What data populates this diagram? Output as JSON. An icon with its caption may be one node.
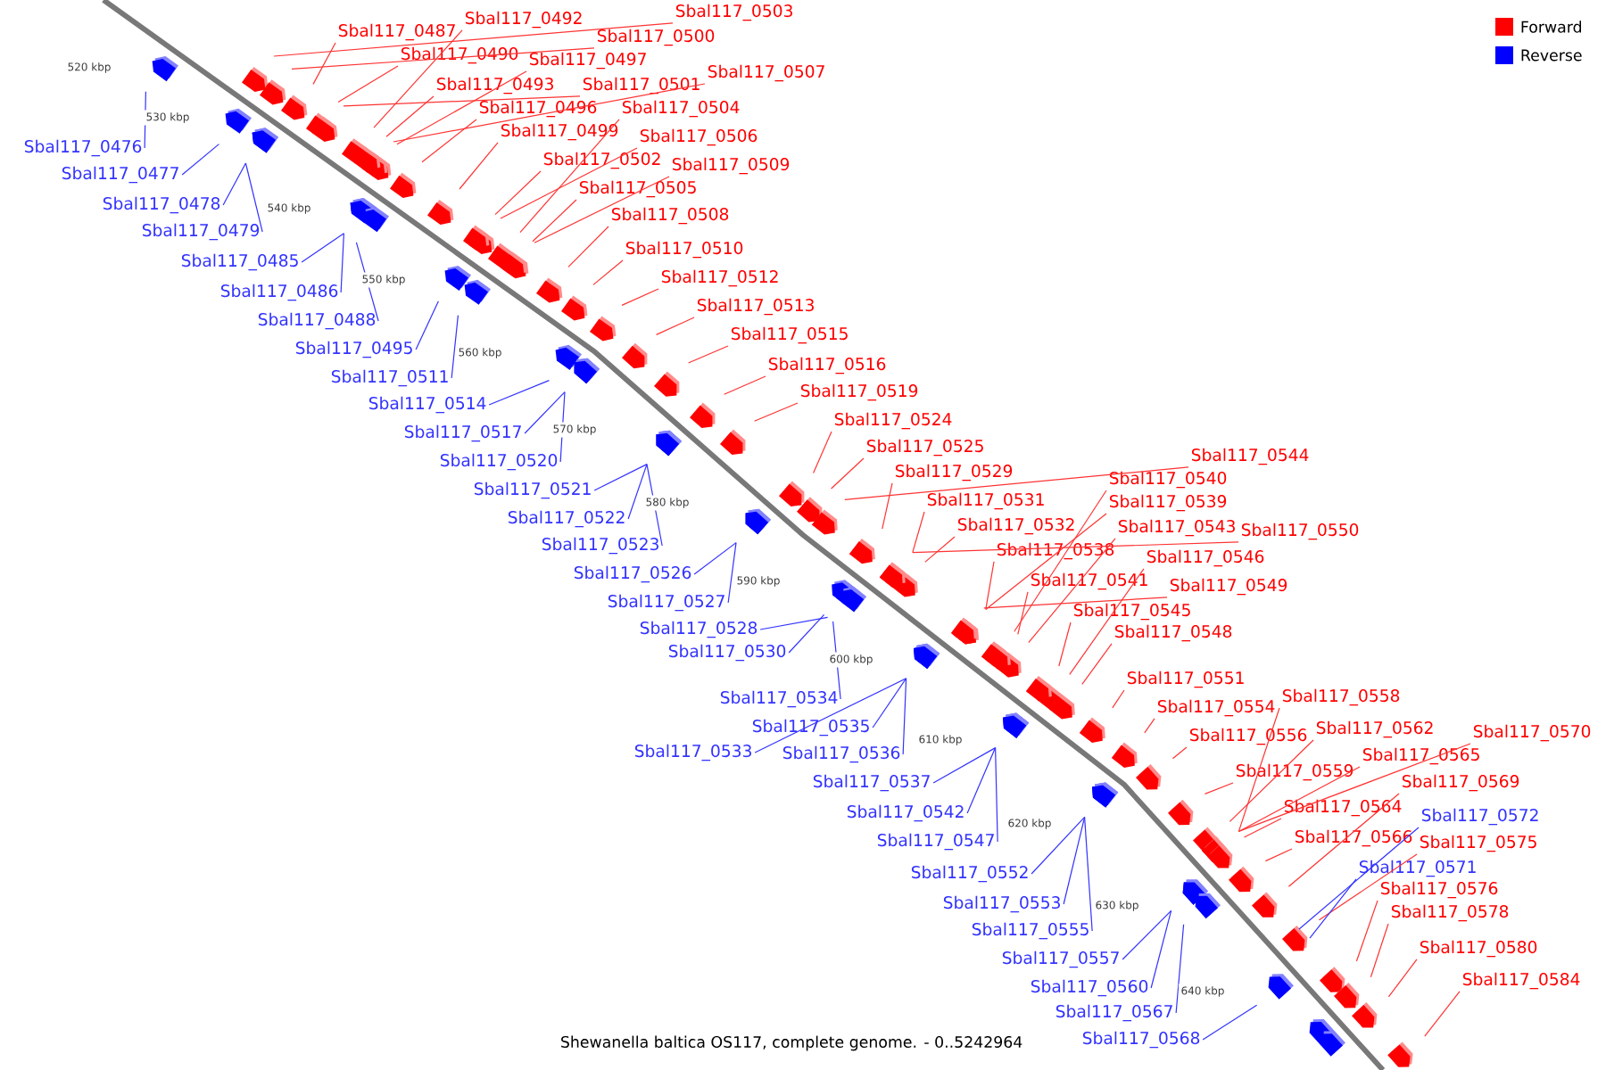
{
  "diagram": {
    "caption": "Shewanella baltica OS117, complete genome. - 0..5242964",
    "nodes": [
      {
        "text": [
          "Sbal117_0487"
        ]
      },
      {
        "text": [
          "Sbal117_0492"
        ]
      },
      {
        "text": [
          "Sbal117_0503"
        ]
      },
      {
        "text": [
          "Sbal117_0490"
        ]
      },
      {
        "text": [
          "Sbal117_0500"
        ]
      },
      {
        "text": [
          "Sbal117_0497"
        ]
      },
      {
        "text": [
          "Sbal117_0507"
        ]
      },
      {
        "text": [
          "Sbal117_0493"
        ]
      },
      {
        "text": [
          "Sbal117_0501"
        ]
      },
      {
        "text": [
          "Sbal117_0496"
        ]
      },
      {
        "text": [
          "Sbal117_0504"
        ]
      },
      {
        "text": [
          "Sbal117_0499"
        ]
      },
      {
        "text": [
          "Sbal117_0506"
        ]
      },
      {
        "text": [
          "Sbal117_0502"
        ]
      },
      {
        "text": [
          "Sbal117_0509"
        ]
      },
      {
        "text": [
          "Sbal117_0505"
        ]
      },
      {
        "text": [
          "Sbal117_0508"
        ]
      },
      {
        "text": [
          "Sbal117_0510"
        ]
      },
      {
        "text": [
          "Sbal117_0512"
        ]
      },
      {
        "text": [
          "Sbal117_0513"
        ]
      },
      {
        "text": [
          "Sbal117_0515"
        ]
      },
      {
        "text": [
          "Sbal117_0516"
        ]
      },
      {
        "text": [
          "Sbal117_0519"
        ]
      },
      {
        "text": [
          "Sbal117_0524"
        ]
      },
      {
        "text": [
          "Sbal117_0525"
        ]
      },
      {
        "text": [
          "Sbal117_0529"
        ]
      },
      {
        "text": [
          "Sbal117_0544"
        ]
      },
      {
        "text": [
          "Sbal117_0540"
        ]
      },
      {
        "text": [
          "Sbal117_0531"
        ]
      },
      {
        "text": [
          "Sbal117_0539"
        ]
      },
      {
        "text": [
          "Sbal117_0532"
        ]
      },
      {
        "text": [
          "Sbal117_0543"
        ]
      },
      {
        "text": [
          "Sbal117_0550"
        ]
      },
      {
        "text": [
          "Sbal117_0538"
        ]
      },
      {
        "text": [
          "Sbal117_0546"
        ]
      },
      {
        "text": [
          "Sbal117_0541"
        ]
      },
      {
        "text": [
          "Sbal117_0549"
        ]
      },
      {
        "text": [
          "Sbal117_0545"
        ]
      },
      {
        "text": [
          "Sbal117_0548"
        ]
      },
      {
        "text": [
          "Sbal117_0551"
        ]
      },
      {
        "text": [
          "Sbal117_0558"
        ]
      },
      {
        "text": [
          "Sbal117_0554"
        ]
      },
      {
        "text": [
          "Sbal117_0562"
        ]
      },
      {
        "text": [
          "Sbal117_0570"
        ]
      },
      {
        "text": [
          "Sbal117_0556"
        ]
      },
      {
        "text": [
          "Sbal117_0565"
        ]
      },
      {
        "text": [
          "Sbal117_0559"
        ]
      },
      {
        "text": [
          "Sbal117_0569"
        ]
      },
      {
        "text": [
          "Sbal117_0564"
        ]
      },
      {
        "text": [
          "Sbal117_0566"
        ]
      },
      {
        "text": [
          "Sbal117_0575"
        ]
      },
      {
        "text": [
          "Sbal117_0576"
        ]
      },
      {
        "text": [
          "Sbal117_0578"
        ]
      },
      {
        "text": [
          "Sbal117_0580"
        ]
      },
      {
        "text": [
          "Sbal117_0584"
        ]
      },
      {
        "text": [
          "Sbal117_0476"
        ]
      },
      {
        "text": [
          "Sbal117_0477"
        ]
      },
      {
        "text": [
          "Sbal117_0478"
        ]
      },
      {
        "text": [
          "Sbal117_0479"
        ]
      },
      {
        "text": [
          "Sbal117_0485"
        ]
      },
      {
        "text": [
          "Sbal117_0486"
        ]
      },
      {
        "text": [
          "Sbal117_0488"
        ]
      },
      {
        "text": [
          "Sbal117_0495"
        ]
      },
      {
        "text": [
          "Sbal117_0511"
        ]
      },
      {
        "text": [
          "Sbal117_0514"
        ]
      },
      {
        "text": [
          "Sbal117_0517"
        ]
      },
      {
        "text": [
          "Sbal117_0520"
        ]
      },
      {
        "text": [
          "Sbal117_0521"
        ]
      },
      {
        "text": [
          "Sbal117_0522"
        ]
      },
      {
        "text": [
          "Sbal117_0523"
        ]
      },
      {
        "text": [
          "Sbal117_0526"
        ]
      },
      {
        "text": [
          "Sbal117_0527"
        ]
      },
      {
        "text": [
          "Sbal117_0528"
        ]
      },
      {
        "text": [
          "Sbal117_0530"
        ]
      },
      {
        "text": [
          "Sbal117_0534"
        ]
      },
      {
        "text": [
          "Sbal117_0535"
        ]
      },
      {
        "text": [
          "Sbal117_0533"
        ]
      },
      {
        "text": [
          "Sbal117_0536"
        ]
      },
      {
        "text": [
          "Sbal117_0537"
        ]
      },
      {
        "text": [
          "Sbal117_0542"
        ]
      },
      {
        "text": [
          "Sbal117_0547"
        ]
      },
      {
        "text": [
          "Sbal117_0552"
        ]
      },
      {
        "text": [
          "Sbal117_0553"
        ]
      },
      {
        "text": [
          "Sbal117_0555"
        ]
      },
      {
        "text": [
          "Sbal117_0557"
        ]
      },
      {
        "text": [
          "Sbal117_0560"
        ]
      },
      {
        "text": [
          "Sbal117_0567"
        ]
      },
      {
        "text": [
          "Sbal117_0568"
        ]
      },
      {
        "text": [
          "Sbal117_0572"
        ]
      },
      {
        "text": [
          "Sbal117_0571"
        ]
      }
    ],
    "edges": [
      {
        "from": 0,
        "to": null,
        "arrow": "none"
      },
      {
        "from": 1,
        "to": null,
        "arrow": "none"
      },
      {
        "from": 2,
        "to": null,
        "arrow": "none"
      },
      {
        "from": 3,
        "to": null,
        "arrow": "none"
      },
      {
        "from": 4,
        "to": null,
        "arrow": "none"
      },
      {
        "from": 5,
        "to": null,
        "arrow": "none"
      },
      {
        "from": 6,
        "to": null,
        "arrow": "none"
      },
      {
        "from": 7,
        "to": null,
        "arrow": "none"
      },
      {
        "from": 8,
        "to": null,
        "arrow": "none"
      },
      {
        "from": 9,
        "to": null,
        "arrow": "none"
      },
      {
        "from": 10,
        "to": null,
        "arrow": "none"
      },
      {
        "from": 11,
        "to": null,
        "arrow": "none"
      },
      {
        "from": 12,
        "to": null,
        "arrow": "none"
      },
      {
        "from": 13,
        "to": null,
        "arrow": "none"
      },
      {
        "from": 14,
        "to": null,
        "arrow": "none"
      },
      {
        "from": 15,
        "to": null,
        "arrow": "none"
      },
      {
        "from": 16,
        "to": null,
        "arrow": "none"
      },
      {
        "from": 17,
        "to": null,
        "arrow": "none"
      },
      {
        "from": 18,
        "to": null,
        "arrow": "none"
      },
      {
        "from": 19,
        "to": null,
        "arrow": "none"
      },
      {
        "from": 20,
        "to": null,
        "arrow": "none"
      },
      {
        "from": 21,
        "to": null,
        "arrow": "none"
      },
      {
        "from": 22,
        "to": null,
        "arrow": "none"
      },
      {
        "from": 23,
        "to": null,
        "arrow": "none"
      },
      {
        "from": 24,
        "to": null,
        "arrow": "none"
      },
      {
        "from": 25,
        "to": null,
        "arrow": "none"
      },
      {
        "from": 26,
        "to": null,
        "arrow": "none"
      },
      {
        "from": 27,
        "to": null,
        "arrow": "none"
      },
      {
        "from": 28,
        "to": null,
        "arrow": "none"
      },
      {
        "from": 29,
        "to": null,
        "arrow": "none"
      },
      {
        "from": 30,
        "to": null,
        "arrow": "none"
      },
      {
        "from": 31,
        "to": null,
        "arrow": "none"
      },
      {
        "from": 32,
        "to": null,
        "arrow": "none"
      },
      {
        "from": 33,
        "to": null,
        "arrow": "none"
      },
      {
        "from": 34,
        "to": null,
        "arrow": "none"
      },
      {
        "from": 35,
        "to": null,
        "arrow": "none"
      },
      {
        "from": 36,
        "to": null,
        "arrow": "none"
      },
      {
        "from": 37,
        "to": null,
        "arrow": "none"
      },
      {
        "from": 38,
        "to": null,
        "arrow": "none"
      },
      {
        "from": 39,
        "to": null,
        "arrow": "none"
      },
      {
        "from": 40,
        "to": null,
        "arrow": "none"
      },
      {
        "from": 41,
        "to": null,
        "arrow": "none"
      },
      {
        "from": 42,
        "to": null,
        "arrow": "none"
      },
      {
        "from": 43,
        "to": null,
        "arrow": "none"
      },
      {
        "from": 44,
        "to": null,
        "arrow": "none"
      },
      {
        "from": 45,
        "to": null,
        "arrow": "none"
      },
      {
        "from": 46,
        "to": null,
        "arrow": "none"
      },
      {
        "from": 47,
        "to": null,
        "arrow": "none"
      },
      {
        "from": 48,
        "to": null,
        "arrow": "none"
      },
      {
        "from": 49,
        "to": null,
        "arrow": "none"
      },
      {
        "from": 50,
        "to": null,
        "arrow": "none"
      },
      {
        "from": 51,
        "to": null,
        "arrow": "none"
      },
      {
        "from": 52,
        "to": null,
        "arrow": "none"
      },
      {
        "from": 53,
        "to": null,
        "arrow": "none"
      },
      {
        "from": 54,
        "to": null,
        "arrow": "none"
      },
      {
        "from": 55,
        "to": null,
        "arrow": "none",
        "color": "#3333ff"
      },
      {
        "from": 56,
        "to": null,
        "arrow": "none",
        "color": "#3333ff"
      },
      {
        "from": 57,
        "to": null,
        "arrow": "none",
        "color": "#3333ff"
      },
      {
        "from": 58,
        "to": null,
        "arrow": "none",
        "color": "#3333ff"
      },
      {
        "from": 59,
        "to": null,
        "arrow": "none",
        "color": "#3333ff"
      },
      {
        "from": 60,
        "to": null,
        "arrow": "none",
        "color": "#3333ff"
      },
      {
        "from": 61,
        "to": null,
        "arrow": "none",
        "color": "#3333ff"
      },
      {
        "from": 62,
        "to": null,
        "arrow": "none",
        "color": "#3333ff"
      },
      {
        "from": 63,
        "to": null,
        "arrow": "none",
        "color": "#3333ff"
      },
      {
        "from": 64,
        "to": null,
        "arrow": "none",
        "color": "#3333ff"
      },
      {
        "from": 65,
        "to": null,
        "arrow": "none",
        "color": "#3333ff"
      },
      {
        "from": 66,
        "to": null,
        "arrow": "none",
        "color": "#3333ff"
      },
      {
        "from": 67,
        "to": null,
        "arrow": "none",
        "color": "#3333ff"
      },
      {
        "from": 68,
        "to": null,
        "arrow": "none",
        "color": "#3333ff"
      },
      {
        "from": 69,
        "to": null,
        "arrow": "none",
        "color": "#3333ff"
      },
      {
        "from": 70,
        "to": null,
        "arrow": "none",
        "color": "#3333ff"
      },
      {
        "from": 71,
        "to": null,
        "arrow": "none",
        "color": "#3333ff"
      },
      {
        "from": 72,
        "to": null,
        "arrow": "none",
        "color": "#3333ff"
      },
      {
        "from": 73,
        "to": null,
        "arrow": "none",
        "color": "#3333ff"
      },
      {
        "from": 74,
        "to": null,
        "arrow": "none",
        "color": "#3333ff"
      },
      {
        "from": 75,
        "to": null,
        "arrow": "none",
        "color": "#3333ff"
      },
      {
        "from": 76,
        "to": null,
        "arrow": "none",
        "color": "#3333ff"
      },
      {
        "from": 77,
        "to": null,
        "arrow": "none",
        "color": "#3333ff"
      },
      {
        "from": 78,
        "to": null,
        "arrow": "none",
        "color": "#3333ff"
      },
      {
        "from": 79,
        "to": null,
        "arrow": "none",
        "color": "#3333ff"
      },
      {
        "from": 80,
        "to": null,
        "arrow": "none",
        "color": "#3333ff"
      },
      {
        "from": 81,
        "to": null,
        "arrow": "none",
        "color": "#3333ff"
      },
      {
        "from": 82,
        "to": null,
        "arrow": "none",
        "color": "#3333ff"
      },
      {
        "from": 83,
        "to": null,
        "arrow": "none",
        "color": "#3333ff"
      },
      {
        "from": 84,
        "to": null,
        "arrow": "none",
        "color": "#3333ff"
      },
      {
        "from": 85,
        "to": null,
        "arrow": "none",
        "color": "#3333ff"
      },
      {
        "from": 86,
        "to": null,
        "arrow": "none",
        "color": "#3333ff"
      },
      {
        "from": 87,
        "to": null,
        "arrow": "none",
        "color": "#3333ff"
      },
      {
        "from": 88,
        "to": null,
        "arrow": "none",
        "color": "#3333ff"
      },
      {
        "from": 89,
        "to": null,
        "arrow": "none",
        "color": "#3333ff"
      }
    ],
    "labels": [
      "520 kbp",
      "530 kbp",
      "540 kbp",
      "550 kbp",
      "560 kbp",
      "570 kbp",
      "580 kbp",
      "590 kbp",
      "600 kbp",
      "610 kbp",
      "620 kbp",
      "630 kbp",
      "640 kbp"
    ],
    "legend": [
      {
        "text": "Forward",
        "color": "#ff0000"
      },
      {
        "text": "Reverse",
        "color": "#0000ff"
      }
    ]
  }
}
